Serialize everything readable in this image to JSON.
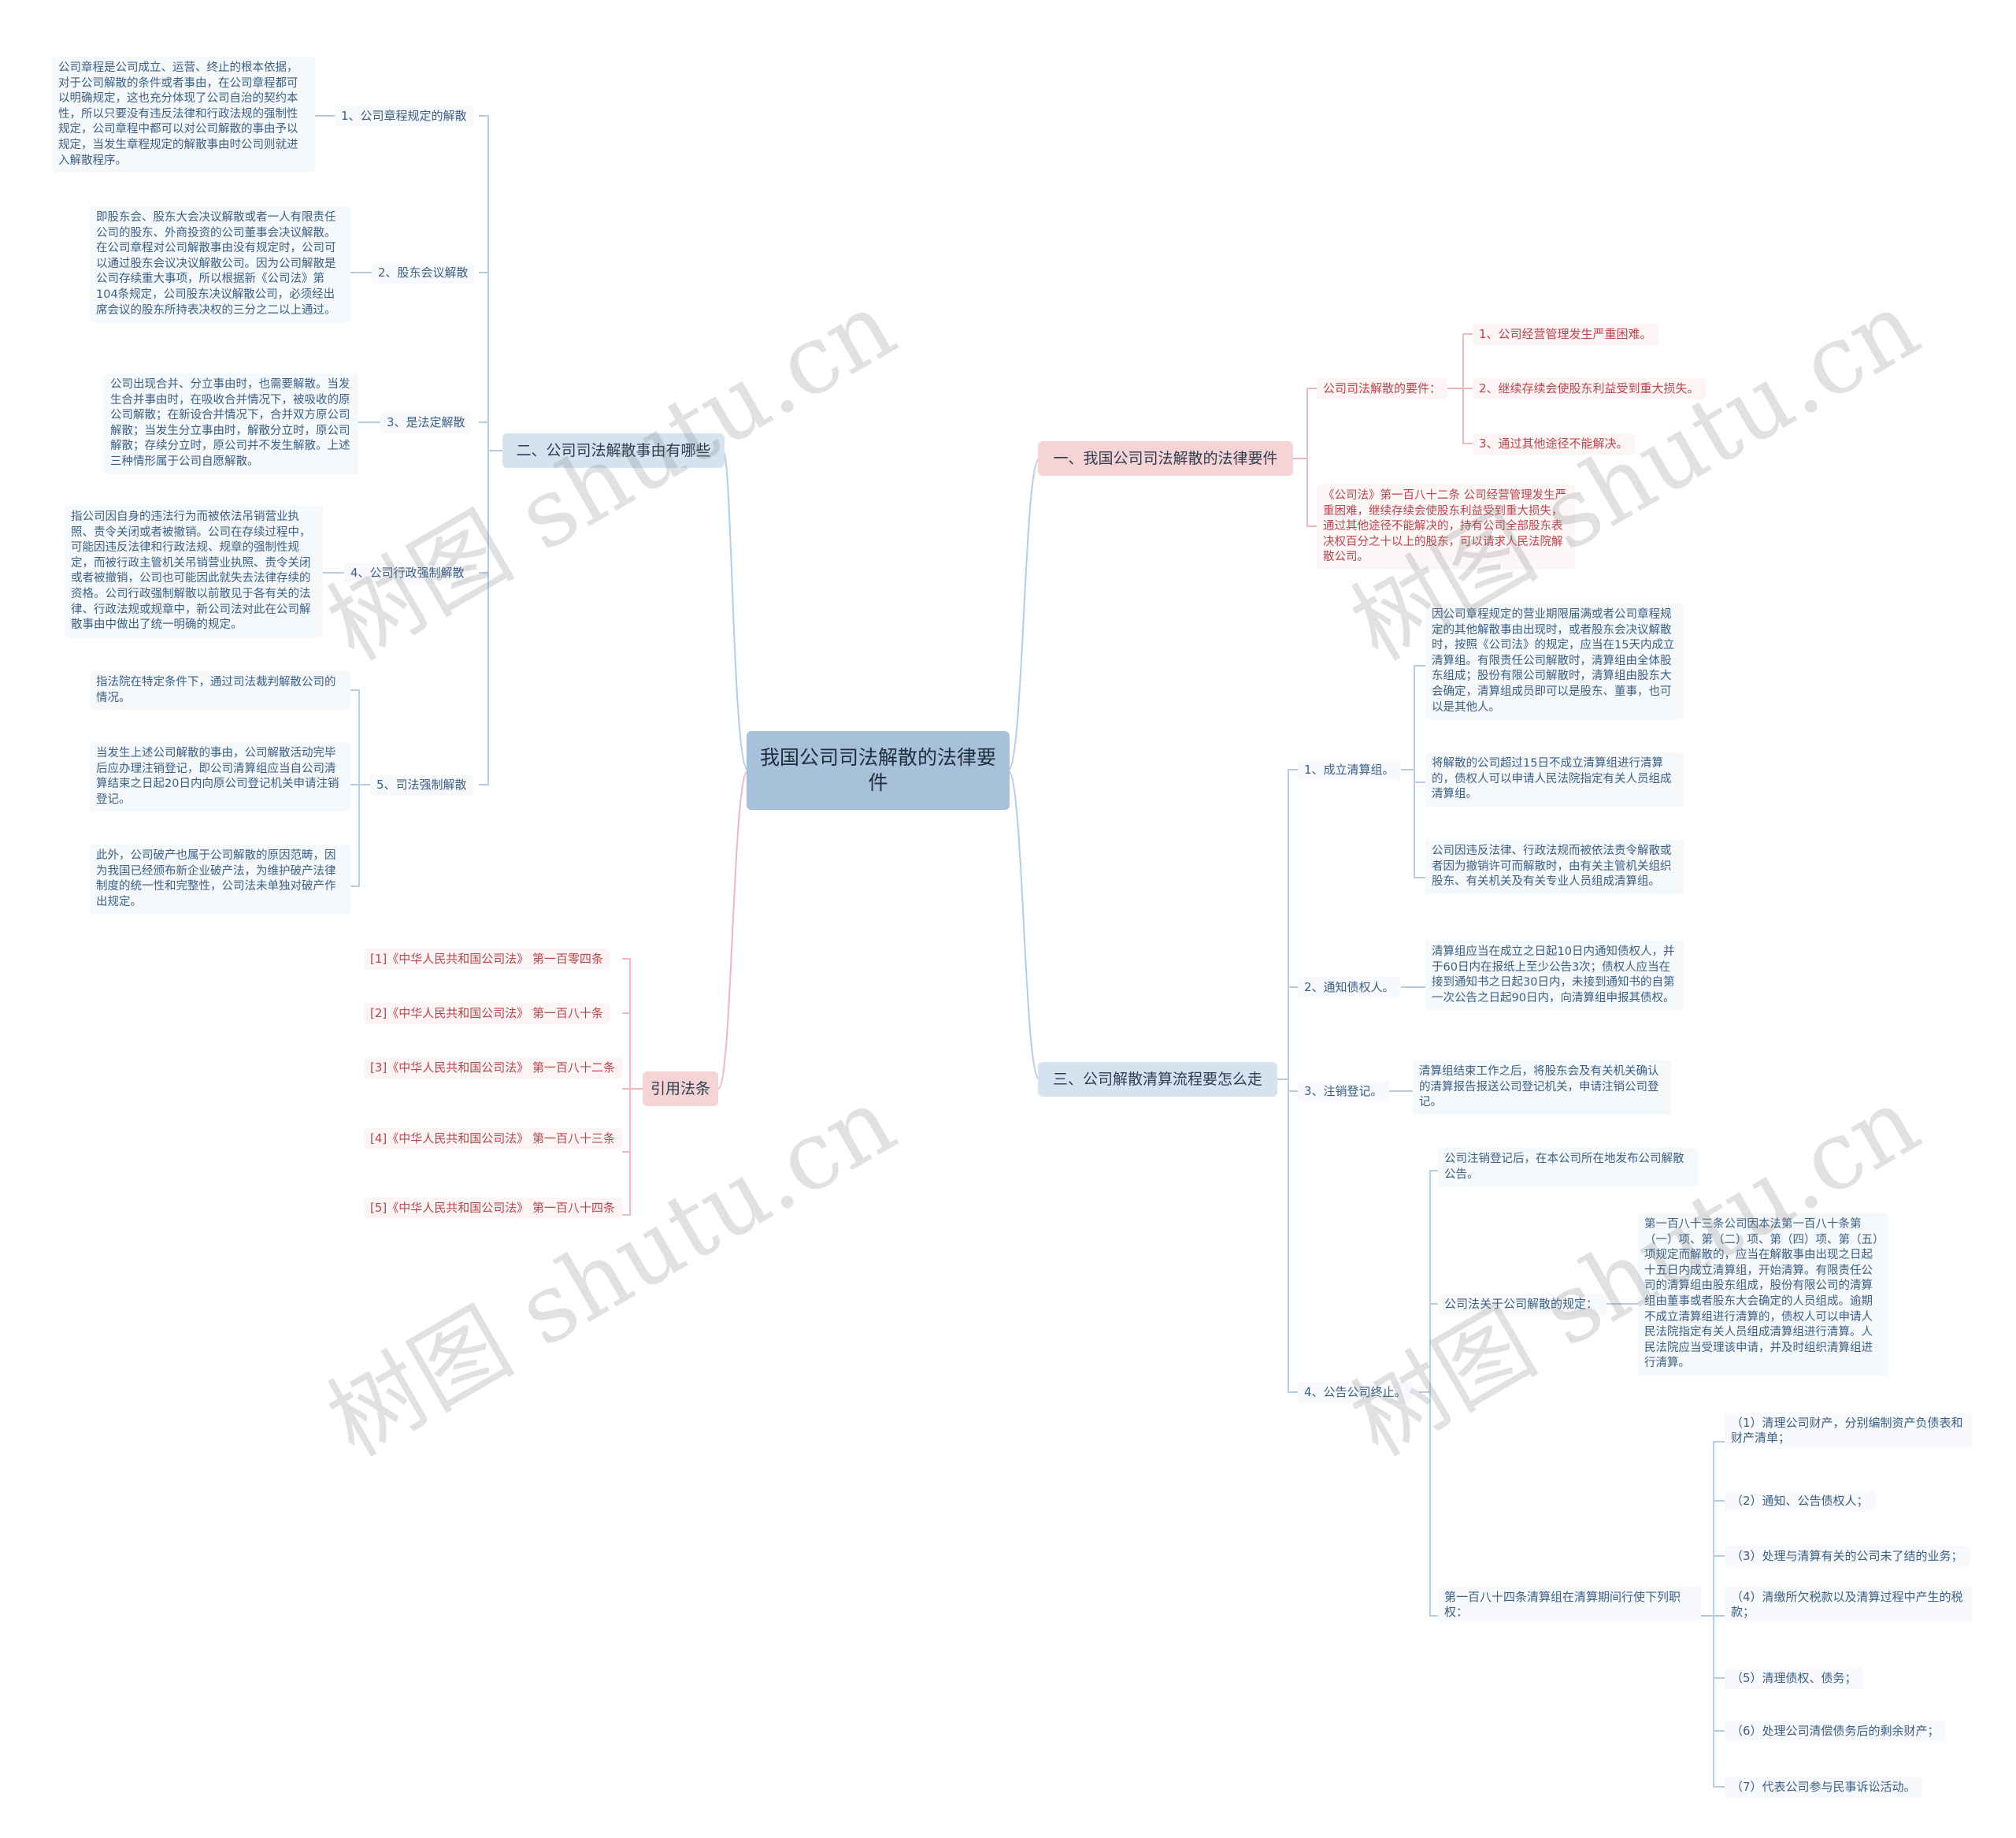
{
  "root": {
    "title": "我国公司司法解散的法律要件"
  },
  "branches": {
    "b1": {
      "label": "一、我国公司司法解散的法律要件"
    },
    "b2": {
      "label": "二、公司司法解散事由有哪些"
    },
    "b3": {
      "label": "三、公司解散清算流程要怎么走"
    },
    "b4": {
      "label": "引用法条"
    }
  },
  "b1": {
    "req_label": "公司司法解散的要件：",
    "req_items": [
      "1、公司经营管理发生严重困难。",
      "2、继续存续会使股东利益受到重大损失。",
      "3、通过其他途径不能解决。"
    ],
    "law_text": "《公司法》第一百八十二条 公司经营管理发生严重困难，继续存续会使股东利益受到重大损失，通过其他途径不能解决的，持有公司全部股东表决权百分之十以上的股东，可以请求人民法院解散公司。"
  },
  "b2": {
    "items": [
      {
        "label": "1、公司章程规定的解散",
        "texts": [
          "公司章程是公司成立、运营、终止的根本依据，对于公司解散的条件或者事由，在公司章程都可以明确规定，这也充分体现了公司自治的契约本性，所以只要没有违反法律和行政法规的强制性规定，公司章程中都可以对公司解散的事由予以规定，当发生章程规定的解散事由时公司则就进入解散程序。"
        ]
      },
      {
        "label": "2、股东会议解散",
        "texts": [
          "即股东会、股东大会决议解散或者一人有限责任公司的股东、外商投资的公司董事会决议解散。在公司章程对公司解散事由没有规定时，公司可以通过股东会议决议解散公司。因为公司解散是公司存续重大事项，所以根据新《公司法》第104条规定，公司股东决议解散公司，必须经出席会议的股东所持表决权的三分之二以上通过。"
        ]
      },
      {
        "label": "3、是法定解散",
        "texts": [
          "公司出现合并、分立事由时，也需要解散。当发生合并事由时，在吸收合并情况下，被吸收的原公司解散；在新设合并情况下，合并双方原公司解散；当发生分立事由时，解散分立时，原公司解散；存续分立时，原公司并不发生解散。上述三种情形属于公司自愿解散。"
        ]
      },
      {
        "label": "4、公司行政强制解散",
        "texts": [
          "指公司因自身的违法行为而被依法吊销营业执照、责令关闭或者被撤销。公司在存续过程中，可能因违反法律和行政法规、规章的强制性规定，而被行政主管机关吊销营业执照、责令关闭或者被撤销，公司也可能因此就失去法律存续的资格。公司行政强制解散以前散见于各有关的法律、行政法规或规章中，新公司法对此在公司解散事由中做出了统一明确的规定。"
        ]
      },
      {
        "label": "5、司法强制解散",
        "texts": [
          "指法院在特定条件下，通过司法裁判解散公司的情况。",
          "当发生上述公司解散的事由，公司解散活动完毕后应办理注销登记，即公司清算组应当自公司清算结束之日起20日内向原公司登记机关申请注销登记。",
          "此外，公司破产也属于公司解散的原因范畴，因为我国已经颁布新企业破产法，为维护破产法律制度的统一性和完整性，公司法未单独对破产作出规定。"
        ]
      }
    ]
  },
  "b3": {
    "s1": {
      "label": "1、成立清算组。",
      "texts": [
        "因公司章程规定的营业期限届满或者公司章程规定的其他解散事由出现时，或者股东会决议解散时，按照《公司法》的规定，应当在15天内成立清算组。有限责任公司解散时，清算组由全体股东组成；股份有限公司解散时，清算组由股东大会确定，清算组成员即可以是股东、董事，也可以是其他人。",
        "将解散的公司超过15日不成立清算组进行清算的，债权人可以申请人民法院指定有关人员组成清算组。",
        "公司因违反法律、行政法规而被依法责令解散或者因为撤销许可而解散时，由有关主管机关组织股东、有关机关及有关专业人员组成清算组。"
      ]
    },
    "s2": {
      "label": "2、通知债权人。",
      "text": "清算组应当在成立之日起10日内通知债权人，并于60日内在报纸上至少公告3次；债权人应当在接到通知书之日起30日内，未接到通知书的自第一次公告之日起90日内，向清算组申报其债权。"
    },
    "s3": {
      "label": "3、注销登记。",
      "text": "清算组结束工作之后，将股东会及有关机关确认的清算报告报送公司登记机关，申请注销公司登记。"
    },
    "s4": {
      "label": "4、公告公司终止。",
      "notice": "公司注销登记后，在本公司所在地发布公司解散公告。",
      "rule_label": "公司法关于公司解散的规定：",
      "rule_text": "第一百八十三条公司因本法第一百八十条第（一）项、第（二）项、第（四）项、第（五）项规定而解散的，应当在解散事由出现之日起十五日内成立清算组，开始清算。有限责任公司的清算组由股东组成，股份有限公司的清算组由董事或者股东大会确定的人员组成。逾期不成立清算组进行清算的，债权人可以申请人民法院指定有关人员组成清算组进行清算。人民法院应当受理该申请，并及时组织清算组进行清算。",
      "duty_label": "第一百八十四条清算组在清算期间行使下列职权：",
      "duties": [
        "（1）清理公司财产，分别编制资产负债表和财产清单；",
        "（2）通知、公告债权人；",
        "（3）处理与清算有关的公司未了结的业务；",
        "（4）清缴所欠税款以及清算过程中产生的税款；",
        "（5）清理债权、债务；",
        "（6）处理公司清偿债务后的剩余财产；",
        "（7）代表公司参与民事诉讼活动。"
      ]
    }
  },
  "b4": {
    "refs": [
      "[1]《中华人民共和国公司法》 第一百零四条",
      "[2]《中华人民共和国公司法》 第一百八十条",
      "[3]《中华人民共和国公司法》 第一百八十二条",
      "[4]《中华人民共和国公司法》 第一百八十三条",
      "[5]《中华人民共和国公司法》 第一百八十四条"
    ]
  },
  "watermark": "树图 shutu.cn",
  "colors": {
    "blue_line": "#b7cde3",
    "red_line": "#f0b8bc",
    "root_fill": "#a7c1da",
    "blue_branch": "#d5e3f1",
    "pink_branch": "#f6d4d6",
    "blue_text": "#3b5f85",
    "red_text": "#b8454b"
  }
}
